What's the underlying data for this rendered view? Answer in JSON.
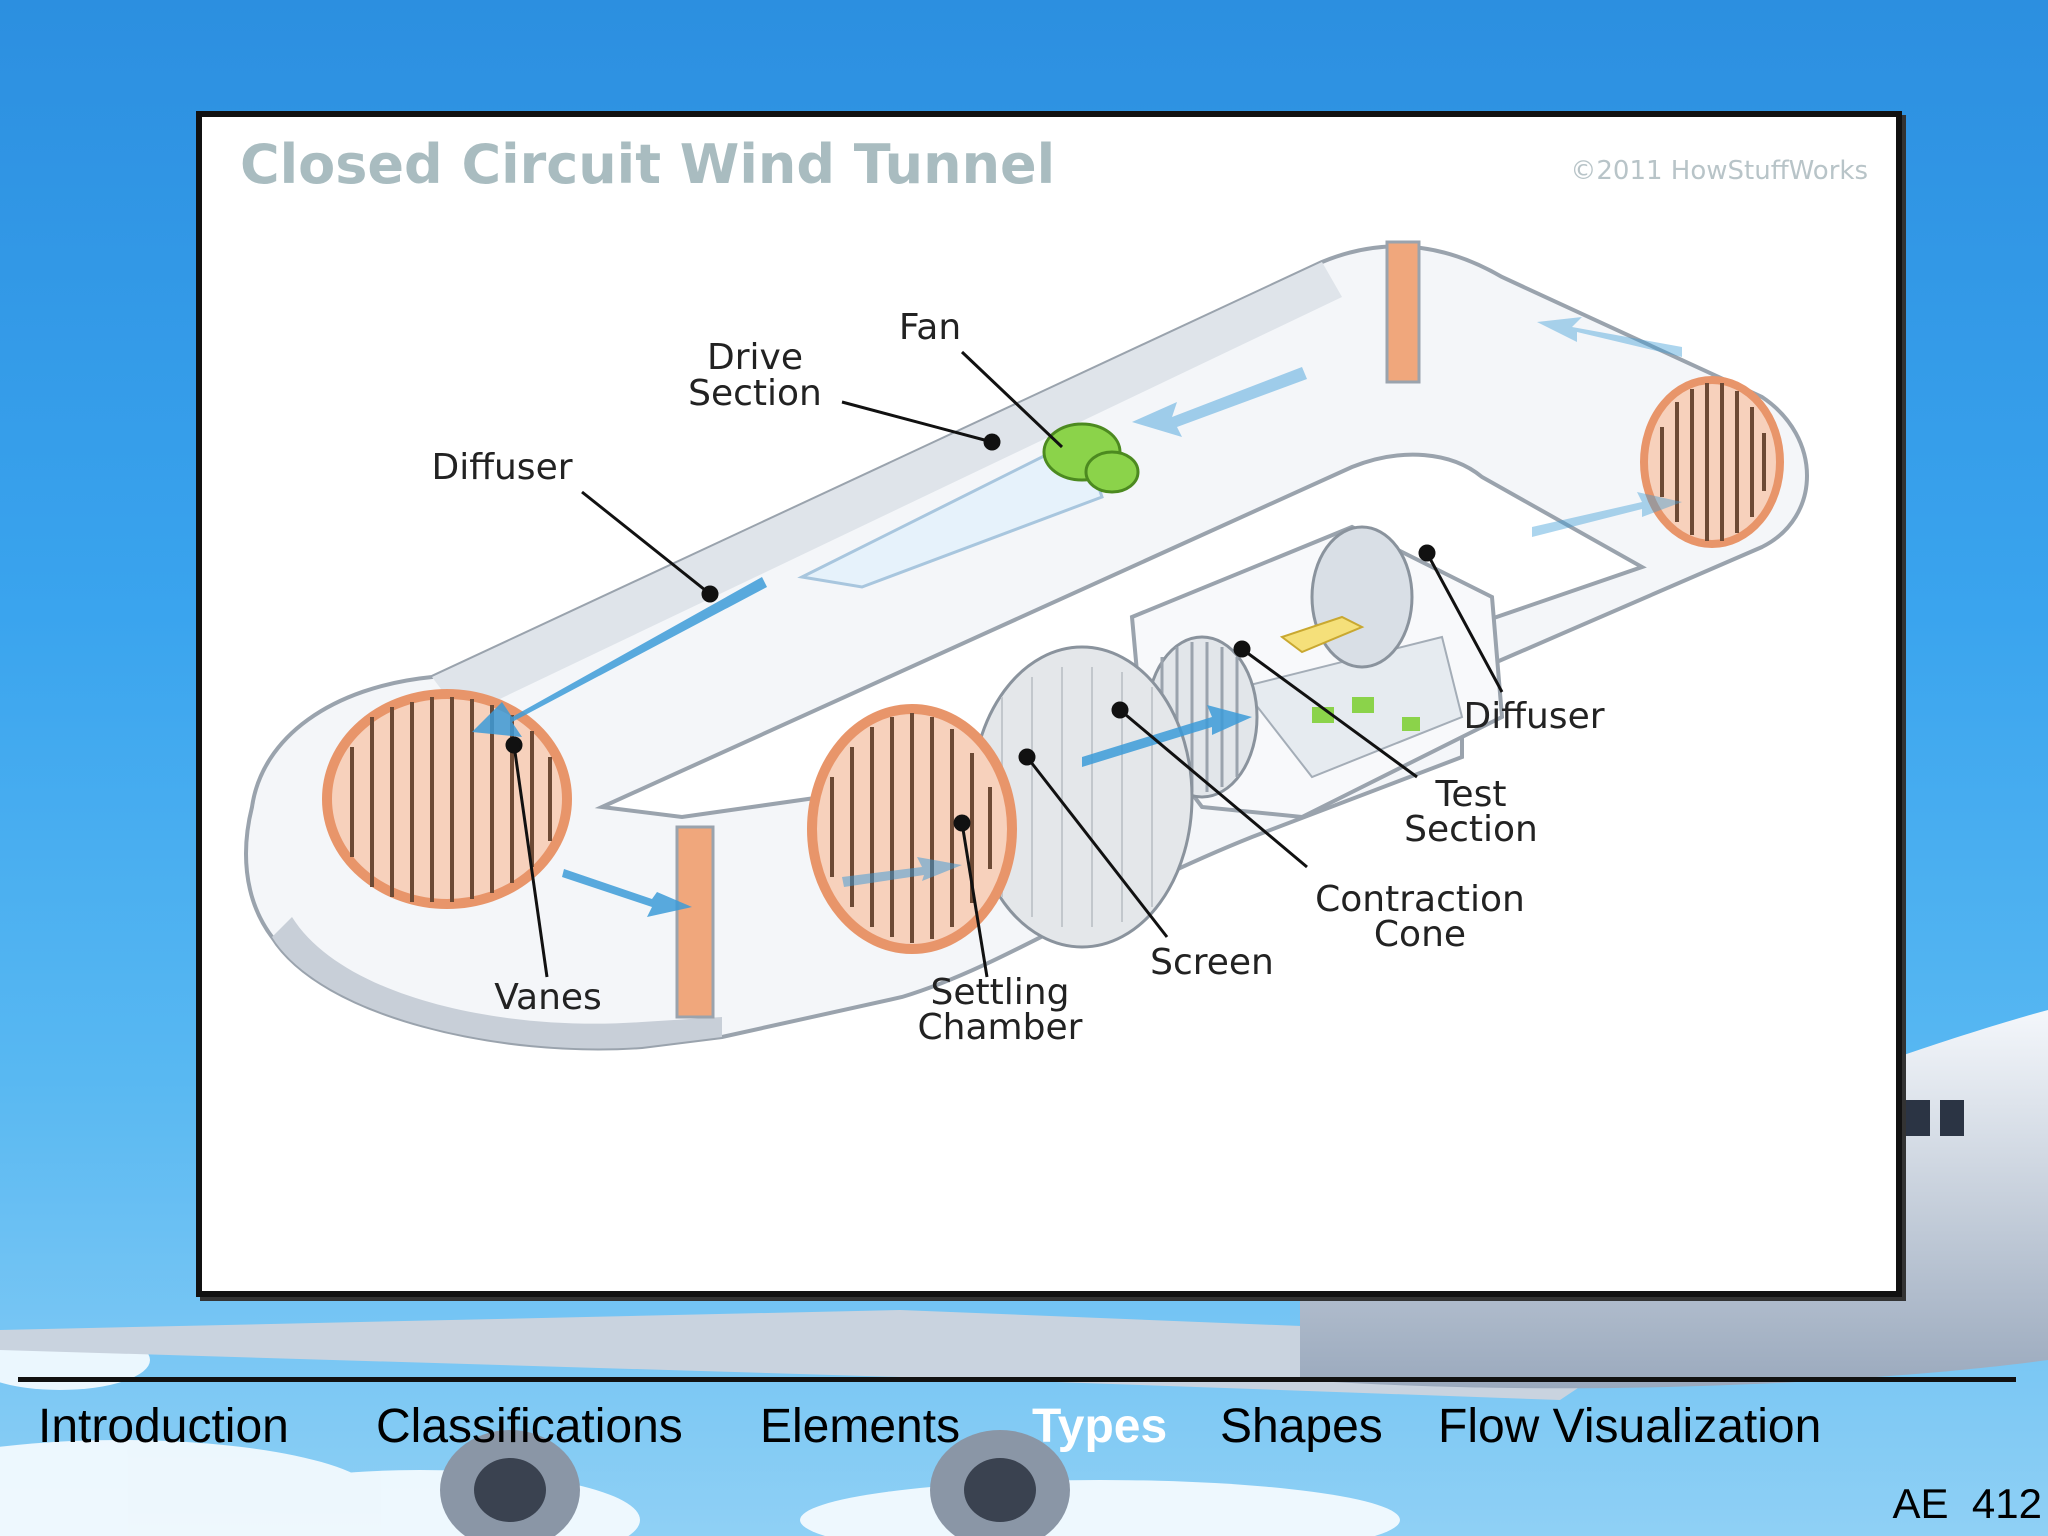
{
  "slide": {
    "diagram": {
      "title": "Closed Circuit Wind Tunnel",
      "copyright": "©2011 HowStuffWorks",
      "labels": {
        "fan": "Fan",
        "drive_1": "Drive",
        "drive_2": "Section",
        "diffuser_left": "Diffuser",
        "diffuser_right": "Diffuser",
        "test_1": "Test",
        "test_2": "Section",
        "contraction_1": "Contraction",
        "contraction_2": "Cone",
        "screen": "Screen",
        "settling_1": "Settling",
        "settling_2": "Chamber",
        "vanes": "Vanes"
      }
    },
    "nav": {
      "items": [
        {
          "label": "Introduction",
          "active": false
        },
        {
          "label": "Classifications",
          "active": false
        },
        {
          "label": "Elements",
          "active": false
        },
        {
          "label": "Types",
          "active": true
        },
        {
          "label": "Shapes",
          "active": false
        },
        {
          "label": "Flow Visualization",
          "active": false
        }
      ]
    },
    "course_code": "AE  412"
  },
  "colors": {
    "sky": "#3aa4ee",
    "frame": "#111111",
    "duct": "#f2f4f7",
    "vane": "#e8956a",
    "flow_arrow": "#3b9bd8",
    "fan": "#8bd34a",
    "title_text": "#a9bcc0"
  }
}
